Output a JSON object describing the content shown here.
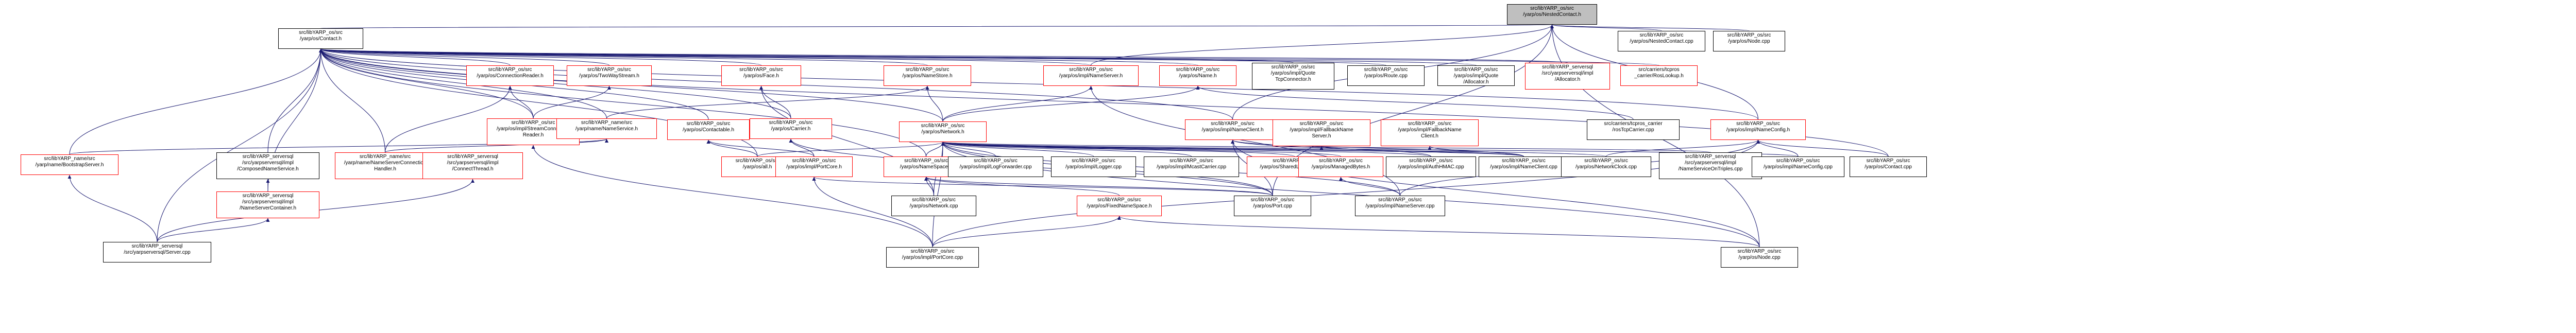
{
  "diagram": {
    "nodes": [
      {
        "id": "n1",
        "label": "src/libYARP_os/src\n/yarp/os/NestedContact.h",
        "style": "root"
      },
      {
        "id": "n2",
        "label": "src/libYARP_os/src\n/yarp/os/Contact.h",
        "style": "black"
      },
      {
        "id": "n3",
        "label": "src/libYARP_os/src\n/yarp/os/NestedContact.cpp",
        "style": "black"
      },
      {
        "id": "n4",
        "label": "src/libYARP_os/src\n/yarp/os/Node.cpp",
        "style": "black"
      },
      {
        "id": "n5",
        "label": "src/libYARP_os/src\n/yarp/os/ConnectionReader.h",
        "style": "red"
      },
      {
        "id": "n6",
        "label": "src/libYARP_os/src\n/yarp/os/TwoWayStream.h",
        "style": "red"
      },
      {
        "id": "n7",
        "label": "src/libYARP_os/src\n/yarp/os/Face.h",
        "style": "red"
      },
      {
        "id": "n8",
        "label": "src/libYARP_os/src\n/yarp/os/NameStore.h",
        "style": "red"
      },
      {
        "id": "n9",
        "label": "src/libYARP_os/src\n/yarp/os/impl/NameServer.h",
        "style": "red"
      },
      {
        "id": "n10",
        "label": "src/libYARP_os/src\n/yarp/os/Name.h",
        "style": "red"
      },
      {
        "id": "n11",
        "label": "src/libYARP_os/src\n/yarp/os/impl/Quote\nTcpConnector.h",
        "style": "black"
      },
      {
        "id": "n12",
        "label": "src/libYARP_os/src\n/yarp/os/Route.cpp",
        "style": "black"
      },
      {
        "id": "n13",
        "label": "src/libYARP_os/src\n/yarp/os/impl/Quote\n/Allocator.h",
        "style": "black"
      },
      {
        "id": "n14",
        "label": "src/libYARP_serversql\n/src/yarpserversql/impl\n/Allocator.h",
        "style": "red"
      },
      {
        "id": "n15",
        "label": "src/carriers/tcpros\n_carrier/RosLookup.h",
        "style": "red"
      },
      {
        "id": "n16",
        "label": "src/libYARP_os/src\n/yarp/os/impl/StreamConnection\nReader.h",
        "style": "red"
      },
      {
        "id": "n17",
        "label": "src/libYARP_name/src\n/yarp/name/NameService.h",
        "style": "red"
      },
      {
        "id": "n18",
        "label": "src/libYARP_os/src\n/yarp/os/Carrier.h",
        "style": "red"
      },
      {
        "id": "n19",
        "label": "src/libYARP_os/src\n/yarp/os/Contactable.h",
        "style": "red"
      },
      {
        "id": "n20",
        "label": "src/libYARP_os/src\n/yarp/os/Network.h",
        "style": "red"
      },
      {
        "id": "n21",
        "label": "src/libYARP_os/src\n/yarp/os/impl/NameClient.h",
        "style": "red"
      },
      {
        "id": "n22",
        "label": "src/libYARP_os/src\n/yarp/os/impl/FallbackName\nServer.h",
        "style": "red"
      },
      {
        "id": "n23",
        "label": "src/libYARP_os/src\n/yarp/os/impl/FallbackName\nClient.h",
        "style": "red"
      },
      {
        "id": "n24",
        "label": "src/carriers/tcpros_carrier\n/rosTcpCarrier.cpp",
        "style": "black"
      },
      {
        "id": "n25",
        "label": "src/libYARP_os/src\n/yarp/os/impl/NameConfig.h",
        "style": "red"
      },
      {
        "id": "n26",
        "label": "src/libYARP_name/src\n/yarp/name/BootstrapServer.h",
        "style": "red"
      },
      {
        "id": "n27",
        "label": "src/libYARP_serversql\n/src/yarpserversql/impl\n/ComposedNameService.h",
        "style": "black"
      },
      {
        "id": "n28",
        "label": "src/libYARP_name/src\n/yarp/name/NameServerConnection\nHandler.h",
        "style": "red"
      },
      {
        "id": "n29",
        "label": "src/libYARP_serversql\n/src/yarpserversql/impl\n/ConnectThread.h",
        "style": "red"
      },
      {
        "id": "n30",
        "label": "src/libYARP_os/src\n/yarp/os/all.h",
        "style": "red"
      },
      {
        "id": "n31",
        "label": "src/libYARP_os/src\n/yarp/os/impl/PortCore.h",
        "style": "red"
      },
      {
        "id": "n32",
        "label": "src/libYARP_os/src\n/yarp/os/NameSpace.h",
        "style": "red"
      },
      {
        "id": "n33",
        "label": "src/libYARP_os/src\n/yarp/os/impl/LogForwarder.cpp",
        "style": "black"
      },
      {
        "id": "n34",
        "label": "src/libYARP_os/src\n/yarp/os/impl/Logger.cpp",
        "style": "black"
      },
      {
        "id": "n35",
        "label": "src/libYARP_os/src\n/yarp/os/impl/McastCarrier.cpp",
        "style": "black"
      },
      {
        "id": "n36",
        "label": "src/libYARP_os/src\n/yarp/os/SharedLibraryClass.h",
        "style": "red"
      },
      {
        "id": "n37",
        "label": "src/libYARP_os/src\n/yarp/os/ManagedBytes.h",
        "style": "red"
      },
      {
        "id": "n38",
        "label": "src/libYARP_os/src\n/yarp/os/impl/AuthHMAC.cpp",
        "style": "black"
      },
      {
        "id": "n39",
        "label": "src/libYARP_os/src\n/yarp/os/impl/NameClient.cpp",
        "style": "black"
      },
      {
        "id": "n40",
        "label": "src/libYARP_os/src\n/yarp/os/NetworkClock.cpp",
        "style": "black"
      },
      {
        "id": "n41",
        "label": "src/libYARP_serversql\n/src/yarpserversql/impl\n/NameServiceOnTriples.cpp",
        "style": "black"
      },
      {
        "id": "n42",
        "label": "src/libYARP_os/src\n/yarp/os/impl/NameConfig.cpp",
        "style": "black"
      },
      {
        "id": "n43",
        "label": "src/libYARP_os/src\n/yarp/os/Contact.cpp",
        "style": "black"
      },
      {
        "id": "n44",
        "label": "src/libYARP_serversql\n/src/yarpserversql/impl\n/NameServerContainer.h",
        "style": "red"
      },
      {
        "id": "n45",
        "label": "src/libYARP_os/src\n/yarp/os/Network.cpp",
        "style": "black"
      },
      {
        "id": "n46",
        "label": "src/libYARP_os/src\n/yarp/os/Port.cpp",
        "style": "black"
      },
      {
        "id": "n47",
        "label": "src/libYARP_os/src\n/yarp/os/FixedNameSpace.h",
        "style": "red"
      },
      {
        "id": "n48",
        "label": "src/libYARP_os/src\n/yarp/os/impl/NameServer.cpp",
        "style": "black"
      },
      {
        "id": "n49",
        "label": "src/libYARP_serversql\n/src/yarpserversql/Server.cpp",
        "style": "black"
      },
      {
        "id": "n50",
        "label": "src/libYARP_os/src\n/yarp/os/impl/PortCore.cpp",
        "style": "black"
      },
      {
        "id": "n51",
        "label": "src/libYARP_os/src\n/yarp/os/Node.cpp",
        "style": "black"
      }
    ],
    "edges": [
      [
        "n1",
        "n2"
      ],
      [
        "n1",
        "n3"
      ],
      [
        "n1",
        "n4"
      ],
      [
        "n1",
        "n9"
      ],
      [
        "n1",
        "n21"
      ],
      [
        "n1",
        "n25"
      ],
      [
        "n1",
        "n46"
      ],
      [
        "n1",
        "n51"
      ],
      [
        "n2",
        "n5"
      ],
      [
        "n2",
        "n6"
      ],
      [
        "n2",
        "n7"
      ],
      [
        "n2",
        "n8"
      ],
      [
        "n2",
        "n9"
      ],
      [
        "n2",
        "n10"
      ],
      [
        "n2",
        "n11"
      ],
      [
        "n2",
        "n12"
      ],
      [
        "n2",
        "n13"
      ],
      [
        "n2",
        "n14"
      ],
      [
        "n2",
        "n15"
      ],
      [
        "n2",
        "n16"
      ],
      [
        "n2",
        "n17"
      ],
      [
        "n2",
        "n18"
      ],
      [
        "n2",
        "n19"
      ],
      [
        "n2",
        "n20"
      ],
      [
        "n2",
        "n21"
      ],
      [
        "n2",
        "n25"
      ],
      [
        "n2",
        "n26"
      ],
      [
        "n2",
        "n27"
      ],
      [
        "n2",
        "n28"
      ],
      [
        "n2",
        "n30"
      ],
      [
        "n2",
        "n32"
      ],
      [
        "n2",
        "n43"
      ],
      [
        "n2",
        "n44"
      ],
      [
        "n2",
        "n49"
      ],
      [
        "n5",
        "n16"
      ],
      [
        "n5",
        "n28"
      ],
      [
        "n6",
        "n16"
      ],
      [
        "n7",
        "n18"
      ],
      [
        "n7",
        "n45"
      ],
      [
        "n8",
        "n17"
      ],
      [
        "n8",
        "n20"
      ],
      [
        "n9",
        "n20"
      ],
      [
        "n9",
        "n48"
      ],
      [
        "n10",
        "n20"
      ],
      [
        "n10",
        "n24"
      ],
      [
        "n16",
        "n50"
      ],
      [
        "n17",
        "n28"
      ],
      [
        "n17",
        "n26"
      ],
      [
        "n18",
        "n31"
      ],
      [
        "n18",
        "n46"
      ],
      [
        "n19",
        "n30"
      ],
      [
        "n19",
        "n31"
      ],
      [
        "n20",
        "n30"
      ],
      [
        "n20",
        "n32"
      ],
      [
        "n20",
        "n33"
      ],
      [
        "n20",
        "n34"
      ],
      [
        "n20",
        "n35"
      ],
      [
        "n20",
        "n36"
      ],
      [
        "n20",
        "n37"
      ],
      [
        "n20",
        "n38"
      ],
      [
        "n20",
        "n39"
      ],
      [
        "n20",
        "n40"
      ],
      [
        "n20",
        "n41"
      ],
      [
        "n20",
        "n42"
      ],
      [
        "n20",
        "n45"
      ],
      [
        "n20",
        "n46"
      ],
      [
        "n20",
        "n48"
      ],
      [
        "n20",
        "n50"
      ],
      [
        "n20",
        "n51"
      ],
      [
        "n21",
        "n39"
      ],
      [
        "n21",
        "n38"
      ],
      [
        "n21",
        "n46"
      ],
      [
        "n21",
        "n51"
      ],
      [
        "n22",
        "n39"
      ],
      [
        "n23",
        "n39"
      ],
      [
        "n25",
        "n40"
      ],
      [
        "n25",
        "n42"
      ],
      [
        "n25",
        "n43"
      ],
      [
        "n25",
        "n48"
      ],
      [
        "n25",
        "n50"
      ],
      [
        "n26",
        "n49"
      ],
      [
        "n27",
        "n44"
      ],
      [
        "n29",
        "n49"
      ],
      [
        "n31",
        "n50"
      ],
      [
        "n31",
        "n46"
      ],
      [
        "n32",
        "n45"
      ],
      [
        "n32",
        "n46"
      ],
      [
        "n32",
        "n47"
      ],
      [
        "n37",
        "n48"
      ],
      [
        "n44",
        "n49"
      ],
      [
        "n47",
        "n50"
      ],
      [
        "n47",
        "n51"
      ]
    ]
  }
}
